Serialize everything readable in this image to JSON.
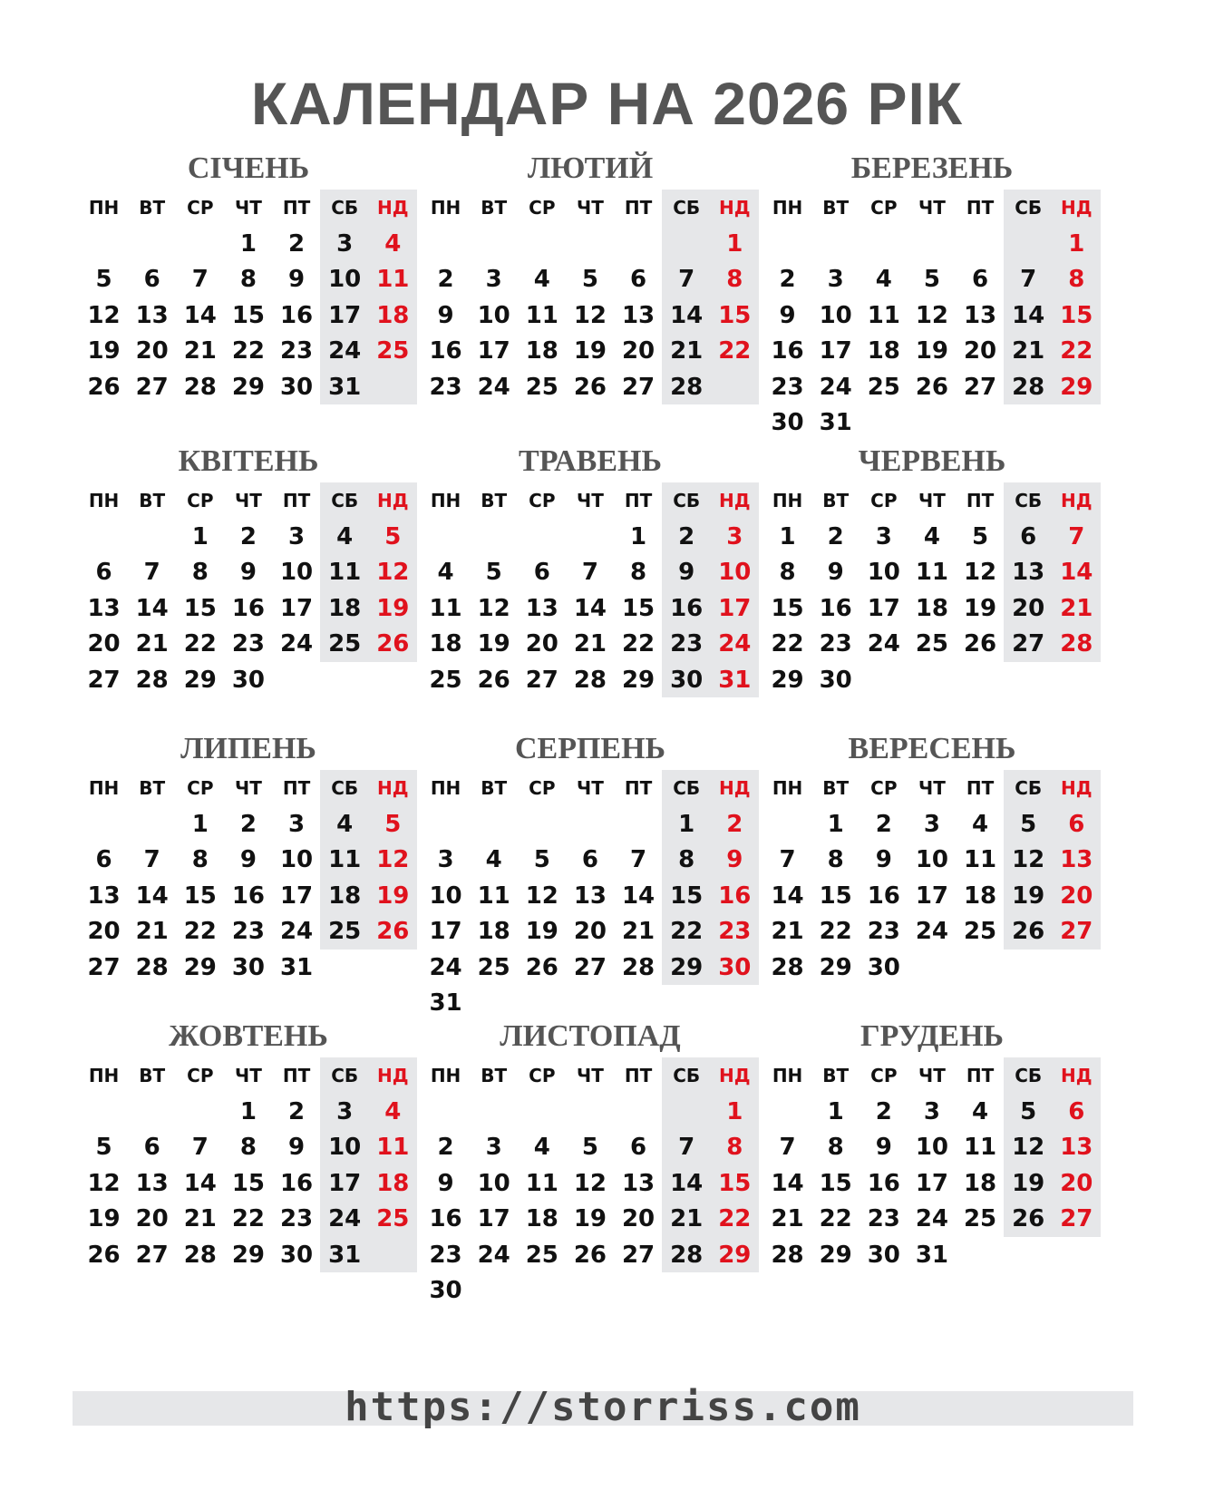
{
  "title": "КАЛЕНДАР НА 2026 РІК",
  "weekdays": [
    "ПН",
    "ВТ",
    "СР",
    "ЧТ",
    "ПТ",
    "СБ",
    "НД"
  ],
  "months": [
    {
      "name": "СІЧЕНЬ",
      "weeks": [
        [
          "",
          "",
          "",
          "1",
          "2",
          "3",
          "4"
        ],
        [
          "5",
          "6",
          "7",
          "8",
          "9",
          "10",
          "11"
        ],
        [
          "12",
          "13",
          "14",
          "15",
          "16",
          "17",
          "18"
        ],
        [
          "19",
          "20",
          "21",
          "22",
          "23",
          "24",
          "25"
        ],
        [
          "26",
          "27",
          "28",
          "29",
          "30",
          "31",
          ""
        ]
      ]
    },
    {
      "name": "ЛЮТИЙ",
      "weeks": [
        [
          "",
          "",
          "",
          "",
          "",
          "",
          "1"
        ],
        [
          "2",
          "3",
          "4",
          "5",
          "6",
          "7",
          "8"
        ],
        [
          "9",
          "10",
          "11",
          "12",
          "13",
          "14",
          "15"
        ],
        [
          "16",
          "17",
          "18",
          "19",
          "20",
          "21",
          "22"
        ],
        [
          "23",
          "24",
          "25",
          "26",
          "27",
          "28",
          ""
        ]
      ]
    },
    {
      "name": "БЕРЕЗЕНЬ",
      "weeks": [
        [
          "",
          "",
          "",
          "",
          "",
          "",
          "1"
        ],
        [
          "2",
          "3",
          "4",
          "5",
          "6",
          "7",
          "8"
        ],
        [
          "9",
          "10",
          "11",
          "12",
          "13",
          "14",
          "15"
        ],
        [
          "16",
          "17",
          "18",
          "19",
          "20",
          "21",
          "22"
        ],
        [
          "23",
          "24",
          "25",
          "26",
          "27",
          "28",
          "29"
        ],
        [
          "30",
          "31",
          "",
          "",
          "",
          "",
          ""
        ]
      ]
    },
    {
      "name": "КВІТЕНЬ",
      "weeks": [
        [
          "",
          "",
          "1",
          "2",
          "3",
          "4",
          "5"
        ],
        [
          "6",
          "7",
          "8",
          "9",
          "10",
          "11",
          "12"
        ],
        [
          "13",
          "14",
          "15",
          "16",
          "17",
          "18",
          "19"
        ],
        [
          "20",
          "21",
          "22",
          "23",
          "24",
          "25",
          "26"
        ],
        [
          "27",
          "28",
          "29",
          "30",
          "",
          "",
          ""
        ]
      ]
    },
    {
      "name": "ТРАВЕНЬ",
      "weeks": [
        [
          "",
          "",
          "",
          "",
          "1",
          "2",
          "3"
        ],
        [
          "4",
          "5",
          "6",
          "7",
          "8",
          "9",
          "10"
        ],
        [
          "11",
          "12",
          "13",
          "14",
          "15",
          "16",
          "17"
        ],
        [
          "18",
          "19",
          "20",
          "21",
          "22",
          "23",
          "24"
        ],
        [
          "25",
          "26",
          "27",
          "28",
          "29",
          "30",
          "31"
        ]
      ]
    },
    {
      "name": "ЧЕРВЕНЬ",
      "weeks": [
        [
          "1",
          "2",
          "3",
          "4",
          "5",
          "6",
          "7"
        ],
        [
          "8",
          "9",
          "10",
          "11",
          "12",
          "13",
          "14"
        ],
        [
          "15",
          "16",
          "17",
          "18",
          "19",
          "20",
          "21"
        ],
        [
          "22",
          "23",
          "24",
          "25",
          "26",
          "27",
          "28"
        ],
        [
          "29",
          "30",
          "",
          "",
          "",
          "",
          ""
        ]
      ]
    },
    {
      "name": "ЛИПЕНЬ",
      "weeks": [
        [
          "",
          "",
          "1",
          "2",
          "3",
          "4",
          "5"
        ],
        [
          "6",
          "7",
          "8",
          "9",
          "10",
          "11",
          "12"
        ],
        [
          "13",
          "14",
          "15",
          "16",
          "17",
          "18",
          "19"
        ],
        [
          "20",
          "21",
          "22",
          "23",
          "24",
          "25",
          "26"
        ],
        [
          "27",
          "28",
          "29",
          "30",
          "31",
          "",
          ""
        ]
      ]
    },
    {
      "name": "СЕРПЕНЬ",
      "weeks": [
        [
          "",
          "",
          "",
          "",
          "",
          "1",
          "2"
        ],
        [
          "3",
          "4",
          "5",
          "6",
          "7",
          "8",
          "9"
        ],
        [
          "10",
          "11",
          "12",
          "13",
          "14",
          "15",
          "16"
        ],
        [
          "17",
          "18",
          "19",
          "20",
          "21",
          "22",
          "23"
        ],
        [
          "24",
          "25",
          "26",
          "27",
          "28",
          "29",
          "30"
        ],
        [
          "31",
          "",
          "",
          "",
          "",
          "",
          ""
        ]
      ]
    },
    {
      "name": "ВЕРЕСЕНЬ",
      "weeks": [
        [
          "",
          "1",
          "2",
          "3",
          "4",
          "5",
          "6"
        ],
        [
          "7",
          "8",
          "9",
          "10",
          "11",
          "12",
          "13"
        ],
        [
          "14",
          "15",
          "16",
          "17",
          "18",
          "19",
          "20"
        ],
        [
          "21",
          "22",
          "23",
          "24",
          "25",
          "26",
          "27"
        ],
        [
          "28",
          "29",
          "30",
          "",
          "",
          "",
          ""
        ]
      ]
    },
    {
      "name": "ЖОВТЕНЬ",
      "weeks": [
        [
          "",
          "",
          "",
          "1",
          "2",
          "3",
          "4"
        ],
        [
          "5",
          "6",
          "7",
          "8",
          "9",
          "10",
          "11"
        ],
        [
          "12",
          "13",
          "14",
          "15",
          "16",
          "17",
          "18"
        ],
        [
          "19",
          "20",
          "21",
          "22",
          "23",
          "24",
          "25"
        ],
        [
          "26",
          "27",
          "28",
          "29",
          "30",
          "31",
          ""
        ]
      ]
    },
    {
      "name": "ЛИСТОПАД",
      "weeks": [
        [
          "",
          "",
          "",
          "",
          "",
          "",
          "1"
        ],
        [
          "2",
          "3",
          "4",
          "5",
          "6",
          "7",
          "8"
        ],
        [
          "9",
          "10",
          "11",
          "12",
          "13",
          "14",
          "15"
        ],
        [
          "16",
          "17",
          "18",
          "19",
          "20",
          "21",
          "22"
        ],
        [
          "23",
          "24",
          "25",
          "26",
          "27",
          "28",
          "29"
        ],
        [
          "30",
          "",
          "",
          "",
          "",
          "",
          ""
        ]
      ]
    },
    {
      "name": "ГРУДЕНЬ",
      "weeks": [
        [
          "",
          "1",
          "2",
          "3",
          "4",
          "5",
          "6"
        ],
        [
          "7",
          "8",
          "9",
          "10",
          "11",
          "12",
          "13"
        ],
        [
          "14",
          "15",
          "16",
          "17",
          "18",
          "19",
          "20"
        ],
        [
          "21",
          "22",
          "23",
          "24",
          "25",
          "26",
          "27"
        ],
        [
          "28",
          "29",
          "30",
          "31",
          "",
          "",
          ""
        ]
      ]
    }
  ],
  "footer": {
    "url": "https://storriss.com"
  },
  "colors": {
    "sunday": "#e0121d",
    "weekend_bg": "#e6e7e9",
    "title": "#555555"
  }
}
